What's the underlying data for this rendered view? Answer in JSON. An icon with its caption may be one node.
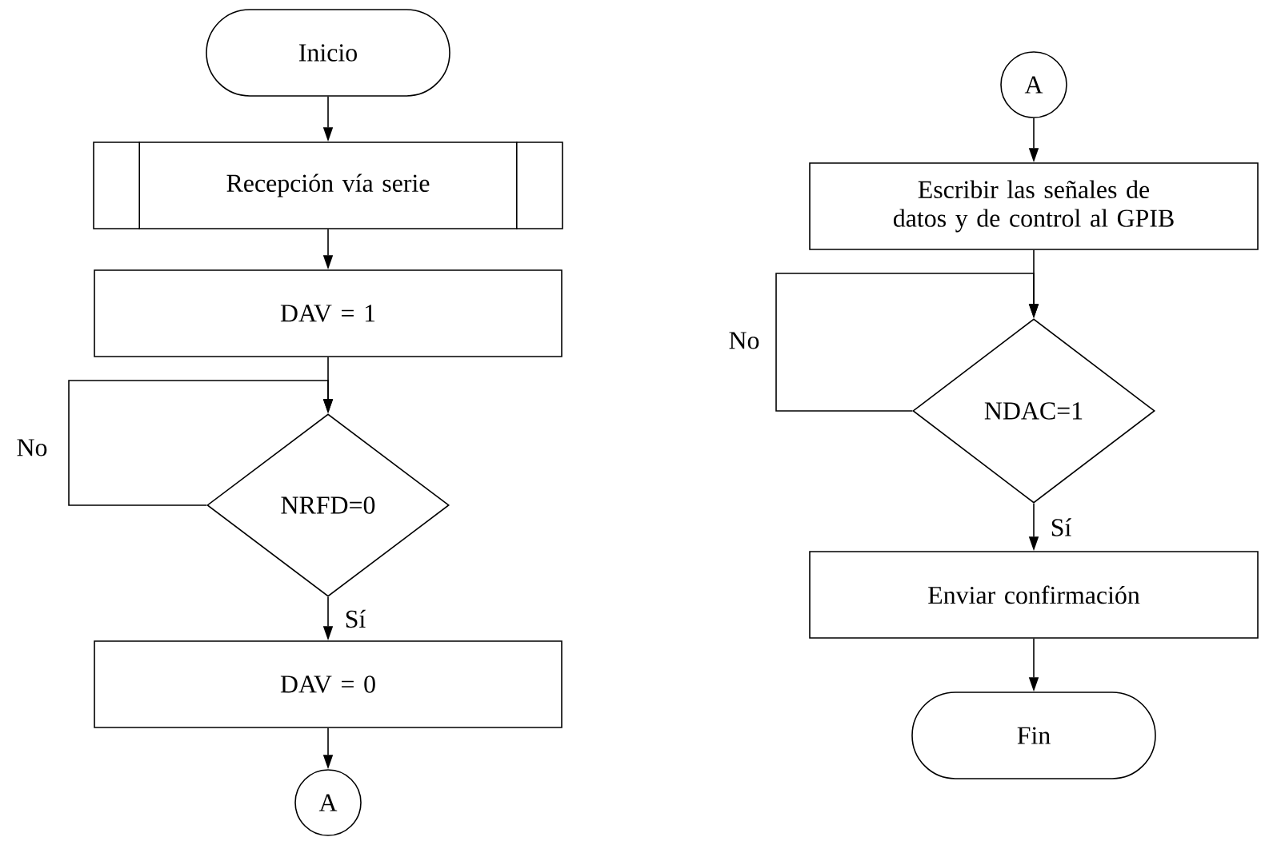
{
  "diagram": {
    "nodes": [
      {
        "text": [
          "Inicio"
        ]
      },
      {
        "text": [
          "Recepción vía serie"
        ]
      },
      {
        "text": [
          "DAV = 1"
        ]
      },
      {
        "text": [
          "NRFD=0"
        ]
      },
      {
        "text": [
          "DAV = 0"
        ]
      },
      {
        "text": [
          "A"
        ]
      },
      {
        "text": [
          "A"
        ]
      },
      {
        "text": [
          "Escribir las señales de datos y de control al GPIB"
        ]
      },
      {
        "text": [
          "NDAC=1"
        ]
      },
      {
        "text": [
          "Enviar confirmación"
        ]
      },
      {
        "text": [
          "Fin"
        ]
      }
    ],
    "edges": [
      {
        "from": 0,
        "to": 1,
        "arrow": "to"
      },
      {
        "from": 1,
        "to": 2,
        "arrow": "to"
      },
      {
        "from": 2,
        "to": 3,
        "arrow": "to"
      },
      {
        "from": 3,
        "to": 3,
        "arrow": "to",
        "label": "No"
      },
      {
        "from": 3,
        "to": 4,
        "arrow": "to",
        "label": "Sí"
      },
      {
        "from": 4,
        "to": 5,
        "arrow": "to"
      },
      {
        "from": 6,
        "to": 7,
        "arrow": "to"
      },
      {
        "from": 7,
        "to": 8,
        "arrow": "to"
      },
      {
        "from": 8,
        "to": 8,
        "arrow": "to",
        "label": "No"
      },
      {
        "from": 8,
        "to": 9,
        "arrow": "to",
        "label": "Sí"
      },
      {
        "from": 9,
        "to": 10,
        "arrow": "to"
      }
    ]
  }
}
